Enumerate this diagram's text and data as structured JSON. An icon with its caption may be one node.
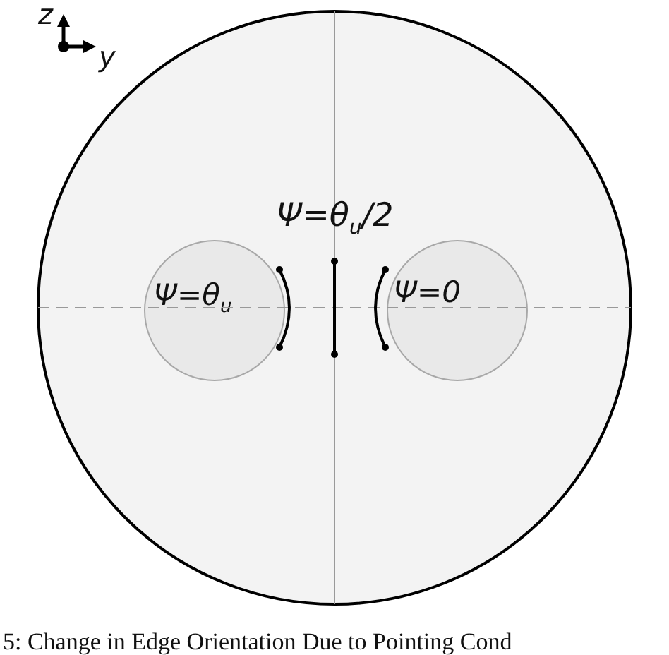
{
  "diagram": {
    "caption": "5: Change in Edge Orientation Due to Pointing Cond",
    "nodes": [
      {
        "text": [],
        "shape": "circle"
      },
      {
        "text": [
          "Ψ=θ$_{u}$"
        ],
        "in": 0
      },
      {
        "text": [
          "Ψ=0"
        ],
        "in": 0
      }
    ],
    "edges": [],
    "labels": [
      "z",
      "y",
      "Ψ=θ$_{u}$/2"
    ]
  }
}
